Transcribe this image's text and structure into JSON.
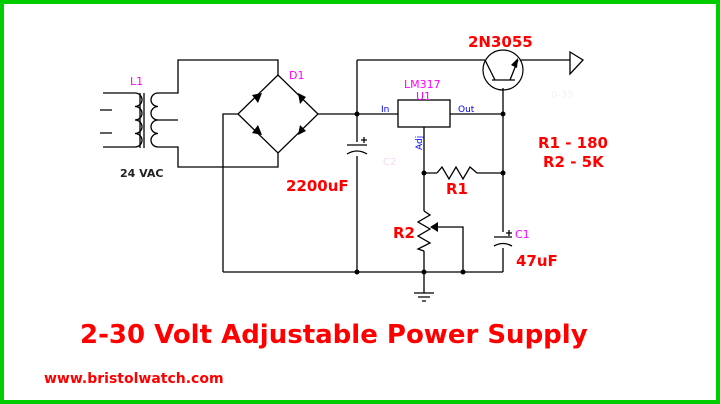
{
  "colors": {
    "border": "#00cc00",
    "labels": "#ff0000",
    "designators": "#ff00ff",
    "pins": "#0000ff",
    "wires": "#000000"
  },
  "transformer": {
    "designator": "L1",
    "rating": "24 VAC"
  },
  "bridge": {
    "designator": "D1"
  },
  "filter_cap": {
    "designator": "C2",
    "value": "2200uF"
  },
  "regulator": {
    "part": "LM317",
    "designator": "U1",
    "pin_in": "In",
    "pin_out": "Out",
    "pin_adj": "Adj"
  },
  "transistor": {
    "part": "2N3055"
  },
  "output_note": "0-35",
  "values": {
    "r1": "R1 - 180",
    "r2": "R2 - 5K"
  },
  "r1": {
    "designator": "R1"
  },
  "r2": {
    "designator": "R2"
  },
  "c1": {
    "designator": "C1",
    "value": "47uF"
  },
  "title": "2-30 Volt Adjustable Power Supply",
  "website": "www.bristolwatch.com"
}
